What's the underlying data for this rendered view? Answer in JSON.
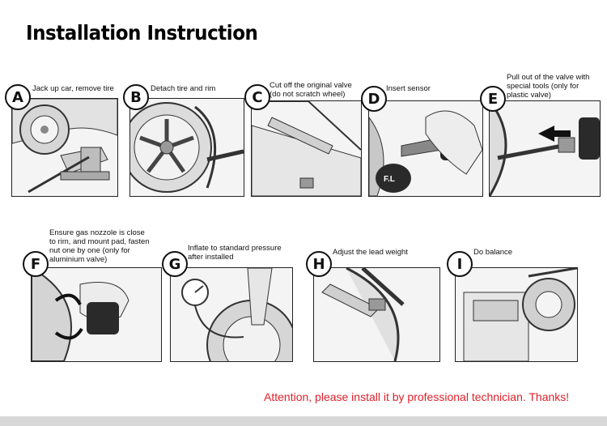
{
  "title": "Installation Instruction",
  "steps": [
    {
      "letter": "A",
      "caption": "Jack up car, remove tire"
    },
    {
      "letter": "B",
      "caption": "Detach tire and rim"
    },
    {
      "letter": "C",
      "caption": "Cut off the original valve\n(do not scratch wheel)"
    },
    {
      "letter": "D",
      "caption": "Insert sensor"
    },
    {
      "letter": "E",
      "caption": "Pull out of the valve with\nspecial tools (only for\nplastic valve)"
    },
    {
      "letter": "F",
      "caption": "Ensure gas nozzole is close\nto rim, and mount pad, fasten\nnut one by one (only for\naluminium valve)"
    },
    {
      "letter": "G",
      "caption": "Inflate to standard pressure\nafter installed"
    },
    {
      "letter": "H",
      "caption": "Adjust the lead weight"
    },
    {
      "letter": "I",
      "caption": "Do balance"
    }
  ],
  "sensor_label": "F.L",
  "attention": "Attention, please install it by professional technician. Thanks!"
}
